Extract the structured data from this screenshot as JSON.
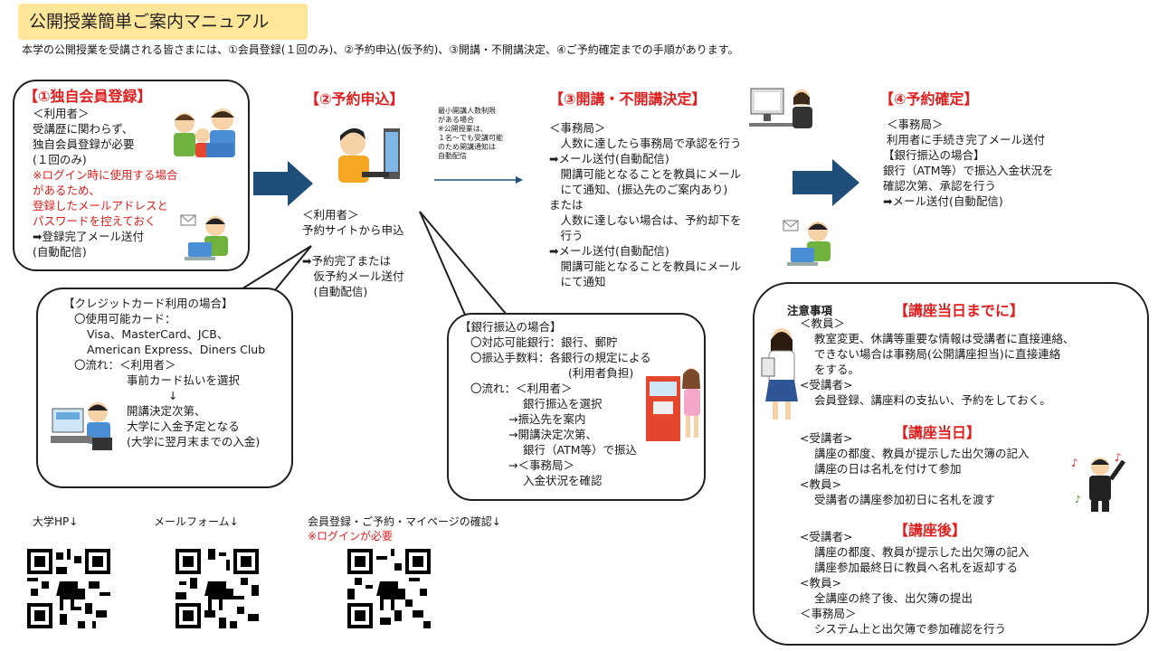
{
  "title": "公開授業簡単ご案内マニュアル",
  "intro": "本学の公開授業を受講される皆さまには、①会員登録(１回のみ)、②予約申込(仮予約)、③開講・不開講決定、④ご予約確定までの手順があります。",
  "step1": {
    "heading": "【①独自会員登録】",
    "lines": [
      "＜利用者＞",
      "受講歴に関わらず、",
      "独自会員登録が必要",
      "(１回のみ)"
    ],
    "red_lines": [
      "※ログイン時に使用する場合",
      "があるため、",
      "登録したメールアドレスと",
      "パスワードを控えておく"
    ],
    "after": [
      "➡登録完了メール送付",
      "(自動配信)"
    ]
  },
  "step2": {
    "heading": "【②予約申込】",
    "lines": [
      "＜利用者＞",
      "予約サイトから申込"
    ],
    "after": [
      "➡予約完了または",
      "　仮予約メール送付",
      "　(自動配信)"
    ]
  },
  "arrow_note": [
    "最小開講人数制限",
    "がある場合",
    "※公開授業は、",
    "１名〜でも受講可能",
    "のため開講通知は",
    "自動配信"
  ],
  "step3": {
    "heading": "【③開講・不開講決定】",
    "lines": [
      "＜事務局＞",
      "　人数に達したら事務局で承認を行う",
      "➡メール送付(自動配信)",
      "　開講可能となることを教員にメール",
      "　にて通知、(振込先のご案内あり)",
      "または",
      "　人数に達しない場合は、予約却下を",
      "　行う",
      "➡メール送付(自動配信)",
      "　開講可能となることを教員にメール",
      "　にて通知"
    ]
  },
  "step4": {
    "heading": "【④予約確定】",
    "lines": [
      "＜事務局＞",
      "利用者に手続き完了メール送付",
      "【銀行振込の場合】",
      "銀行（ATM等）で振込入金状況を",
      "確認次第、承認を行う",
      "➡メール送付(自動配信)"
    ]
  },
  "credit": {
    "lines": [
      "【クレジットカード利用の場合】",
      "〇使用可能カード：",
      "Visa、MasterCard、JCB、",
      "American Express、Diners Club",
      "〇流れ：＜利用者＞",
      "事前カード払いを選択",
      "↓",
      "開講決定次第、",
      "大学に入金予定となる",
      "(大学に翌月末までの入金)"
    ]
  },
  "bank": {
    "lines": [
      "【銀行振込の場合】",
      "〇対応可能銀行：銀行、郵貯",
      "〇振込手数料：各銀行の規定による",
      "(利用者負担)",
      "〇流れ：＜利用者＞",
      "銀行振込を選択",
      "→振込先を案内",
      "→開講決定次第、",
      "銀行（ATM等）で振込",
      "→＜事務局＞",
      "入金状況を確認"
    ]
  },
  "notes": {
    "label": "注意事項",
    "h1": "【講座当日までに】",
    "s1": [
      "＜教員＞",
      "教室変更、休講等重要な情報は受講者に直接連絡、",
      "できない場合は事務局(公開講座担当)に直接連絡",
      "をする。",
      "<受講者>",
      "会員登録、講座料の支払い、予約をしておく。"
    ],
    "h2": "【講座当日】",
    "s2": [
      "<受講者>",
      "講座の都度、教員が提示した出欠簿の記入",
      "講座の日は名札を付けて参加",
      "<教員>",
      "受講者の講座参加初日に名札を渡す"
    ],
    "h3": "【講座後】",
    "s3": [
      "<受講者>",
      "講座の都度、教員が提示した出欠簿の記入",
      "講座参加最終日に教員へ名札を返却する",
      "<教員>",
      "全講座の終了後、出欠簿の提出",
      "＜事務局＞",
      "システム上と出欠簿で参加確認を行う"
    ]
  },
  "links": {
    "univ": "大学HP↓",
    "mail": "メールフォーム↓",
    "member": "会員登録・ご予約・マイページの確認↓",
    "member_note": "※ログインが必要"
  },
  "colors": {
    "arrow": "#1f4e79",
    "accent_red": "#e02020",
    "title_bg": "#ffe699"
  }
}
